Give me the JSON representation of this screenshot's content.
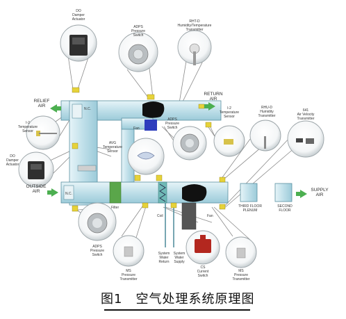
{
  "caption": "图1　空气处理系统原理图",
  "colors": {
    "duct_fill": "#cfe8ef",
    "duct_stroke": "#5a8fa0",
    "sensor_yellow": "#e6d23a",
    "filter_green": "#5aa64a",
    "arrow_green": "#4caf50",
    "coil_teal": "#7fc4c4",
    "fan_black": "#111111"
  },
  "labels": {
    "do_damper_top": [
      "DO",
      "Damper",
      "Actuator"
    ],
    "adps_top": [
      "ADPS",
      "Pressure",
      "Switch"
    ],
    "rht_d": [
      "RHT-D",
      "Humidity/Temperature",
      "Transmitter"
    ],
    "return_air": [
      "RETURN",
      "AIR"
    ],
    "relief_air": [
      "RELIEF",
      "AIR"
    ],
    "nc_top": "N.C.",
    "temp_sensor_left": [
      "I-2",
      "Temperature",
      "Sensor"
    ],
    "avg_temp": [
      "AVG",
      "Temperature",
      "Sensor"
    ],
    "fan_top": "Fan",
    "adps_mid": [
      "ADPS",
      "Pressure",
      "Switch"
    ],
    "temp_sensor_right": [
      "I-2",
      "Temperature",
      "Sensor"
    ],
    "rhu_d": [
      "RHU-D",
      "Humidity",
      "Transmitter"
    ],
    "air_velocity": [
      "641",
      "Air Velocity",
      "Transmitter"
    ],
    "do_damper_left": [
      "DO",
      "Damper",
      "Actuator"
    ],
    "outside_air": [
      "OUTSIDE",
      "AIR"
    ],
    "nc_bottom": "N.C.",
    "filter": "Filter",
    "coil": "Coil",
    "fan_bottom": "Fan",
    "third_floor": [
      "THIRD FLOOR",
      "PLENUM"
    ],
    "second_floor": [
      "SECOND",
      "FLOOR"
    ],
    "supply_air": [
      "SUPPLY",
      "AIR"
    ],
    "adps_bottom": [
      "ADPS",
      "Pressure",
      "Switch"
    ],
    "ms_left": [
      "MS",
      "Pressure",
      "Transmitter"
    ],
    "water_return": [
      "System",
      "Water",
      "Return"
    ],
    "water_supply": [
      "System",
      "Water",
      "Supply"
    ],
    "cs_switch": [
      "CS",
      "Current",
      "Switch"
    ],
    "ms_right": [
      "MS",
      "Pressure",
      "Transmitter"
    ]
  }
}
